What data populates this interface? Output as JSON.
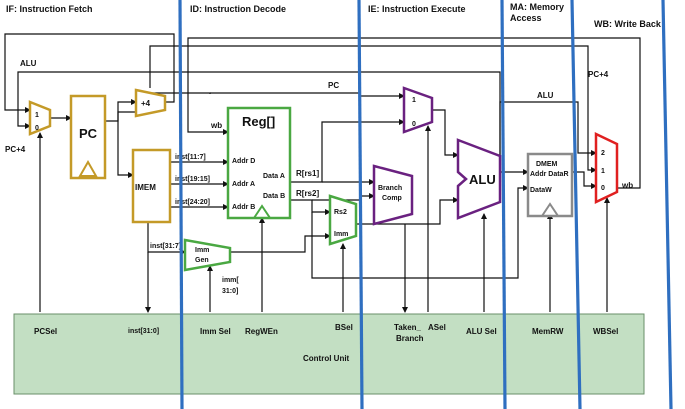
{
  "stages": {
    "if": "IF: Instruction Fetch",
    "id": "ID: Instruction Decode",
    "ie": "IE: Instruction Execute",
    "ma_line1": "MA: Memory",
    "ma_line2": "Access",
    "wb": "WB: Write Back"
  },
  "wires": {
    "alu_top": "ALU",
    "pc_mid": "PC",
    "pc4_left": "PC+4",
    "pc4_right": "PC+4",
    "alu_right": "ALU",
    "wb_left": "wb",
    "rrs1": "R[rs1]",
    "rrs2": "R[rs2]",
    "wb_right": "wb"
  },
  "blocks": {
    "pc_mux": {
      "in1": "1",
      "in0": "0"
    },
    "pc": "PC",
    "adder": "+4",
    "imem": "IMEM",
    "reg": {
      "title": "Reg[]",
      "addr_d": "Addr D",
      "addr_a": "Addr A",
      "addr_b": "Addr B",
      "data_a": "Data A",
      "data_b": "Data B"
    },
    "fields": {
      "inst_11_7": "inst[11:7]",
      "inst_19_15": "inst[19:15]",
      "inst_24_20": "inst[24:20]",
      "inst_31_7": "inst[31:7]"
    },
    "imm_gen_line1": "Imm",
    "imm_gen_line2": "Gen",
    "imm_out_line1": "imm[",
    "imm_out_line2": "31:0]",
    "a_mux": {
      "in1": "1",
      "in0": "0"
    },
    "b_mux": {
      "in_top": "Rs2",
      "in_bottom": "Imm"
    },
    "branch_line1": "Branch",
    "branch_line2": "Comp",
    "alu": "ALU",
    "dmem": {
      "title": "DMEM",
      "addr": "Addr DataR",
      "dataw": "DataW"
    },
    "wb_mux": {
      "in2": "2",
      "in1": "1",
      "in0": "0"
    }
  },
  "control": {
    "title": "Control Unit",
    "signals": {
      "pcsel": "PCSel",
      "inst": "inst[31:0]",
      "immsel": "Imm Sel",
      "regwen": "RegWEn",
      "bsel": "BSel",
      "taken_line1": "Taken_",
      "taken_line2": "Branch",
      "asel": "ASel",
      "alusel": "ALU Sel",
      "memrw": "MemRW",
      "wbsel": "WBSel"
    }
  },
  "colors": {
    "fetch": "#c49a28",
    "decode": "#4aa842",
    "execute": "#6a2180",
    "memory": "#8a8a8a",
    "writeback": "#e02020",
    "control_fill": "#c3dfc3",
    "separator": "#2f6fc0"
  }
}
